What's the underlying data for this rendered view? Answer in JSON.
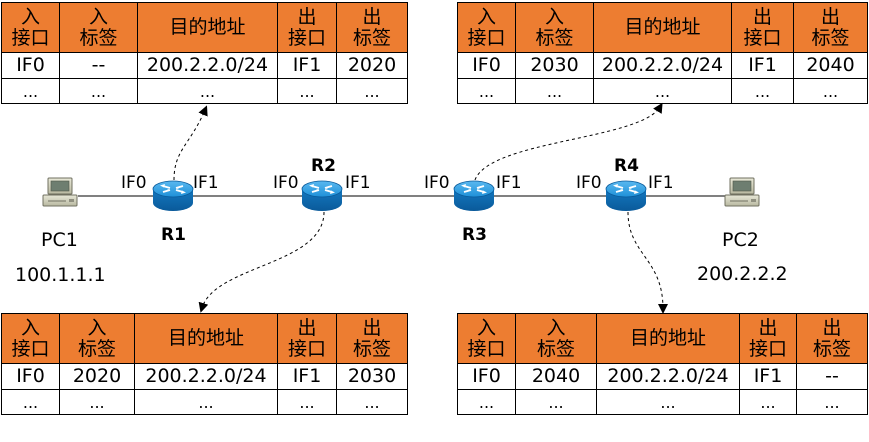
{
  "table_header": {
    "in_port": "入\n接口",
    "in_label": "入\n标签",
    "dest": "目的地址",
    "out_port": "出\n接口",
    "out_label": "出\n标签"
  },
  "tables": {
    "r1": {
      "in_port": "IF0",
      "in_label": "--",
      "dest": "200.2.2.0/24",
      "out_port": "IF1",
      "out_label": "2020",
      "ellipsis": "..."
    },
    "r3": {
      "in_port": "IF0",
      "in_label": "2030",
      "dest": "200.2.2.0/24",
      "out_port": "IF1",
      "out_label": "2040",
      "ellipsis": "..."
    },
    "r2": {
      "in_port": "IF0",
      "in_label": "2020",
      "dest": "200.2.2.0/24",
      "out_port": "IF1",
      "out_label": "2030",
      "ellipsis": "..."
    },
    "r4": {
      "in_port": "IF0",
      "in_label": "2040",
      "dest": "200.2.2.0/24",
      "out_port": "IF1",
      "out_label": "--",
      "ellipsis": "..."
    }
  },
  "network": {
    "routers": {
      "r1": "R1",
      "r2": "R2",
      "r3": "R3",
      "r4": "R4"
    },
    "interfaces": {
      "if0": "IF0",
      "if1": "IF1"
    },
    "pc1": {
      "name": "PC1",
      "ip": "100.1.1.1"
    },
    "pc2": {
      "name": "PC2",
      "ip": "200.2.2.2"
    }
  },
  "colors": {
    "header_fill": "#ED7D31",
    "router_fill": "#1E90D8"
  }
}
